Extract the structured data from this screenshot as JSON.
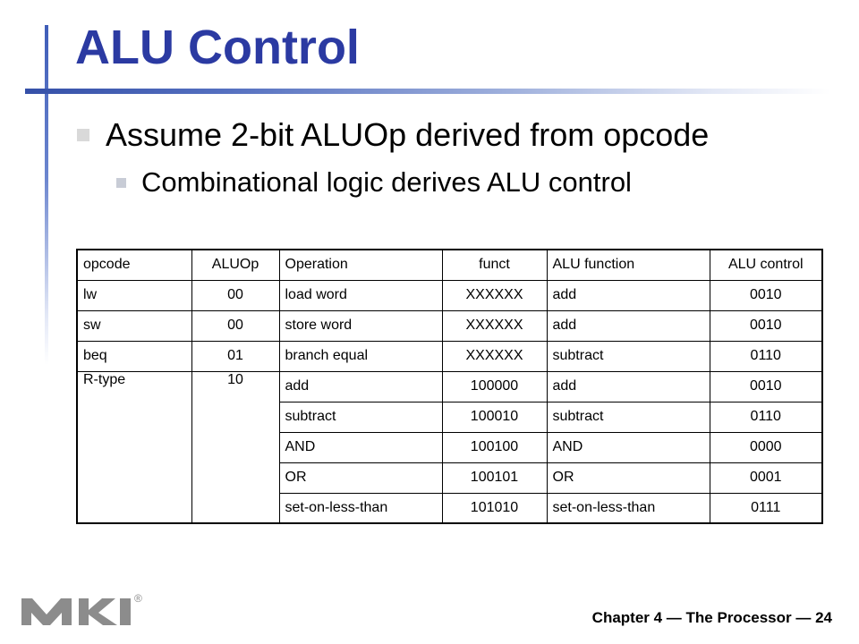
{
  "slide": {
    "title": "ALU Control",
    "bullet_level1": "Assume 2-bit ALUOp derived from opcode",
    "bullet_level2": "Combinational logic derives ALU control",
    "footer": "Chapter 4 — The Processor — 24",
    "logo_icon": "mk-logo-icon",
    "registered_mark": "®"
  },
  "table": {
    "headers": [
      "opcode",
      "ALUOp",
      "Operation",
      "funct",
      "ALU function",
      "ALU control"
    ],
    "rows": [
      {
        "opcode": "lw",
        "aluop": "00",
        "operation": "load word",
        "funct": "XXXXXX",
        "alu_function": "add",
        "alu_control": "0010"
      },
      {
        "opcode": "sw",
        "aluop": "00",
        "operation": "store word",
        "funct": "XXXXXX",
        "alu_function": "add",
        "alu_control": "0010"
      },
      {
        "opcode": "beq",
        "aluop": "01",
        "operation": "branch equal",
        "funct": "XXXXXX",
        "alu_function": "subtract",
        "alu_control": "0110"
      },
      {
        "opcode": "R-type",
        "aluop": "10",
        "operation": "add",
        "funct": "100000",
        "alu_function": "add",
        "alu_control": "0010"
      },
      {
        "operation": "subtract",
        "funct": "100010",
        "alu_function": "subtract",
        "alu_control": "0110"
      },
      {
        "operation": "AND",
        "funct": "100100",
        "alu_function": "AND",
        "alu_control": "0000"
      },
      {
        "operation": "OR",
        "funct": "100101",
        "alu_function": "OR",
        "alu_control": "0001"
      },
      {
        "operation": "set-on-less-than",
        "funct": "101010",
        "alu_function": "set-on-less-than",
        "alu_control": "0111"
      }
    ]
  },
  "colors": {
    "title": "#2b3aa2",
    "accent_bar": "#3f5db8",
    "bullet_marker": "#d9d9d9",
    "logo": "#8c8c8c"
  }
}
